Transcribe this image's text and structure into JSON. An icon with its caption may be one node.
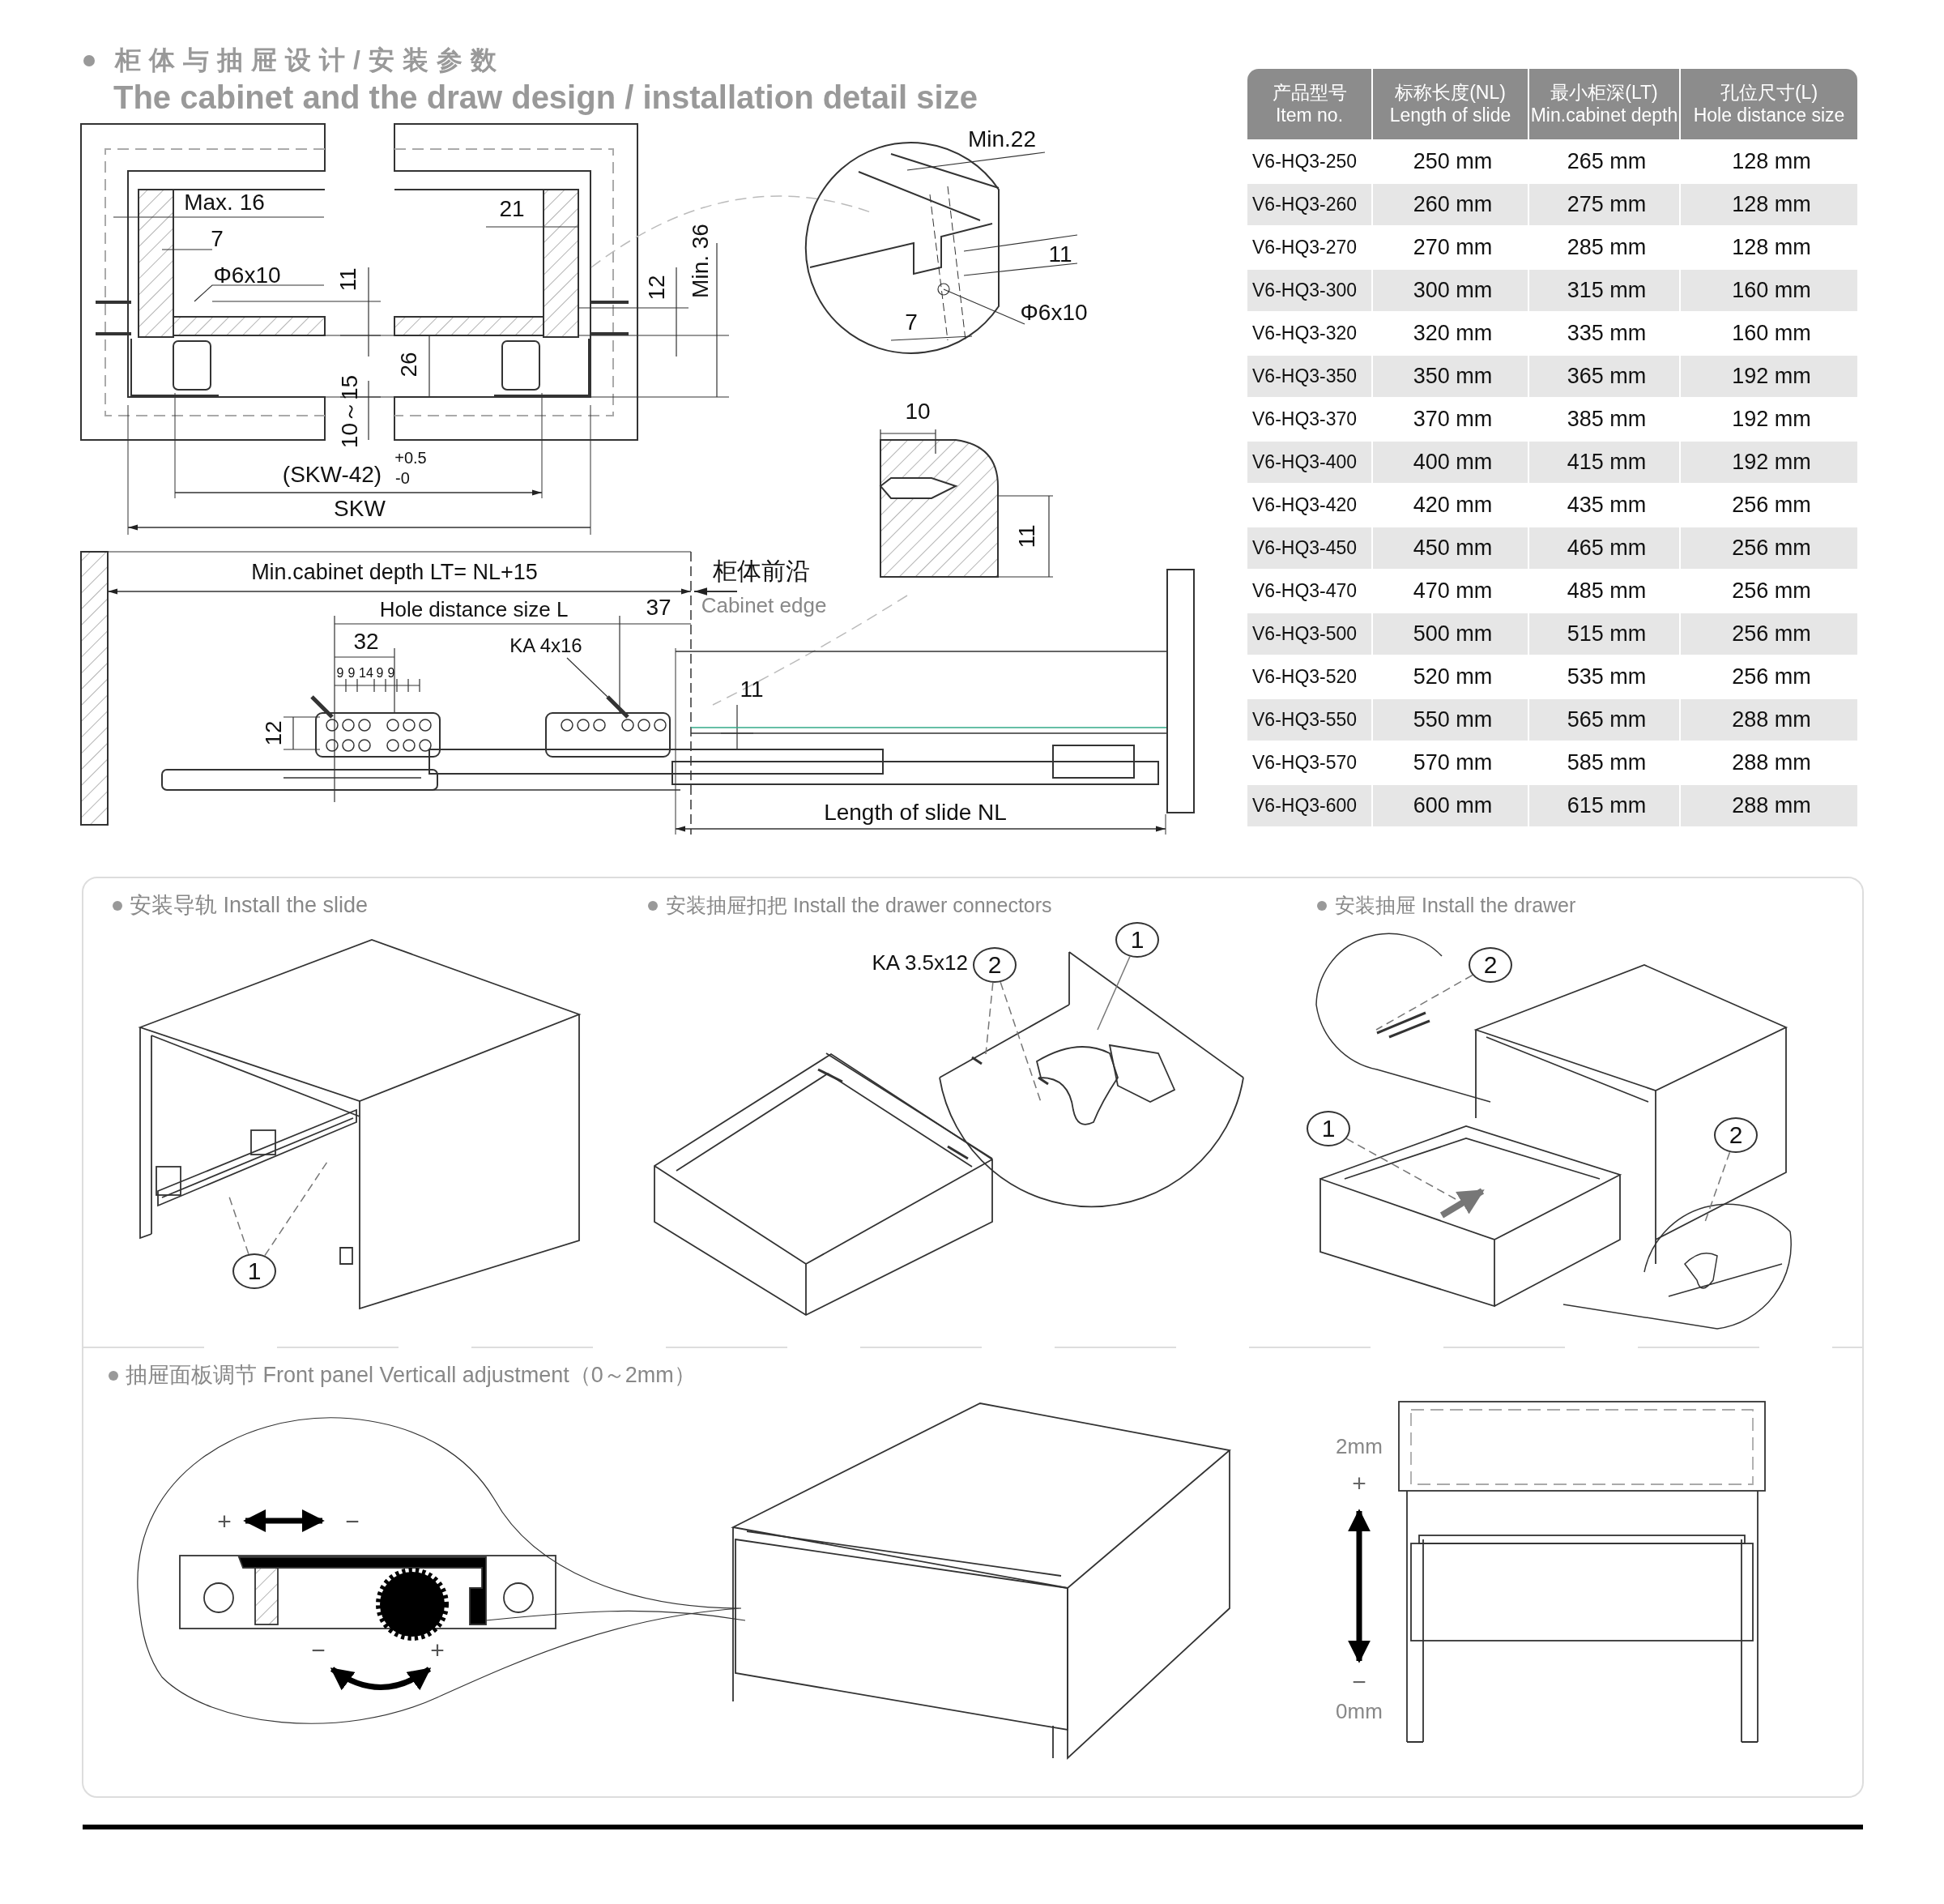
{
  "diagram": {
    "title": "柜体与抽屉设计/安装参数",
    "nodes": [
      {
        "text": [
          "1"
        ]
      },
      {
        "text": [
          "2"
        ],
        "beside": [
          "KA 3.5x12"
        ]
      },
      {
        "text": [
          "1"
        ]
      },
      {
        "text": [
          "2"
        ]
      },
      {
        "text": [
          "1"
        ]
      },
      {
        "text": [
          "2"
        ]
      }
    ],
    "edges": [
      {
        "from": 0,
        "to": null,
        "arrow": "none",
        "style": "dashed"
      },
      {
        "from": 0,
        "to": null,
        "arrow": "none",
        "style": "dashed"
      },
      {
        "from": 1,
        "to": null,
        "arrow": "none",
        "style": "dashed"
      },
      {
        "from": 1,
        "to": null,
        "arrow": "none",
        "style": "dashed"
      },
      {
        "from": 2,
        "to": null,
        "arrow": "none"
      },
      {
        "from": 3,
        "to": null,
        "arrow": "none",
        "style": "dashed"
      },
      {
        "from": 4,
        "to": null,
        "arrow": "none",
        "style": "dashed"
      },
      {
        "from": 5,
        "to": null,
        "arrow": "none",
        "style": "dashed"
      }
    ],
    "labels": [
      "The cabinet and the draw design / installation detail size",
      "Max. 16",
      "7",
      "Φ6x10",
      "21",
      "Min. 36",
      "11",
      "12",
      "26",
      "10～15",
      "(SKW-42)",
      "+0.5",
      "-0",
      "SKW",
      "Min.22",
      "11",
      "Φ6x10",
      "7",
      "10",
      "11",
      "Min.cabinet depth LT= NL+15",
      "柜体前沿",
      "Hole distance size L",
      "37",
      "Cabinet edge",
      "32",
      "KA 4x16",
      "9",
      "9",
      "14",
      "9",
      "9",
      "12",
      "11",
      "Length of slide NL",
      "产品型号 Item no.",
      "标称长度(NL) Length of slide",
      "最小柜深(LT) Min.cabinet depth",
      "孔位尺寸(L) Hole distance size",
      "V6-HQ3-250",
      "250 mm",
      "265 mm",
      "128 mm",
      "V6-HQ3-260",
      "260 mm",
      "275 mm",
      "128 mm",
      "V6-HQ3-270",
      "270 mm",
      "285 mm",
      "128 mm",
      "V6-HQ3-300",
      "300 mm",
      "315 mm",
      "160 mm",
      "V6-HQ3-320",
      "320 mm",
      "335 mm",
      "160 mm",
      "V6-HQ3-350",
      "350 mm",
      "365 mm",
      "192 mm",
      "V6-HQ3-370",
      "370 mm",
      "385 mm",
      "192 mm",
      "V6-HQ3-400",
      "400 mm",
      "415 mm",
      "192 mm",
      "V6-HQ3-420",
      "420 mm",
      "435 mm",
      "256 mm",
      "V6-HQ3-450",
      "450 mm",
      "465 mm",
      "256 mm",
      "V6-HQ3-470",
      "470 mm",
      "485 mm",
      "256 mm",
      "V6-HQ3-500",
      "500 mm",
      "515 mm",
      "256 mm",
      "V6-HQ3-520",
      "520 mm",
      "535 mm",
      "256 mm",
      "V6-HQ3-550",
      "550 mm",
      "565 mm",
      "288 mm",
      "V6-HQ3-570",
      "570 mm",
      "585 mm",
      "288 mm",
      "V6-HQ3-600",
      "600 mm",
      "615 mm",
      "288 mm",
      "安装导轨 Install the slide",
      "安装抽屉扣把 Install the drawer connectors",
      "安装抽屉 Install the drawer",
      "抽屉面板调节 Front panel Verticall adjustment（0～2mm）",
      "+",
      "−",
      "−",
      "+",
      "2mm",
      "+",
      "−",
      "0mm"
    ]
  }
}
